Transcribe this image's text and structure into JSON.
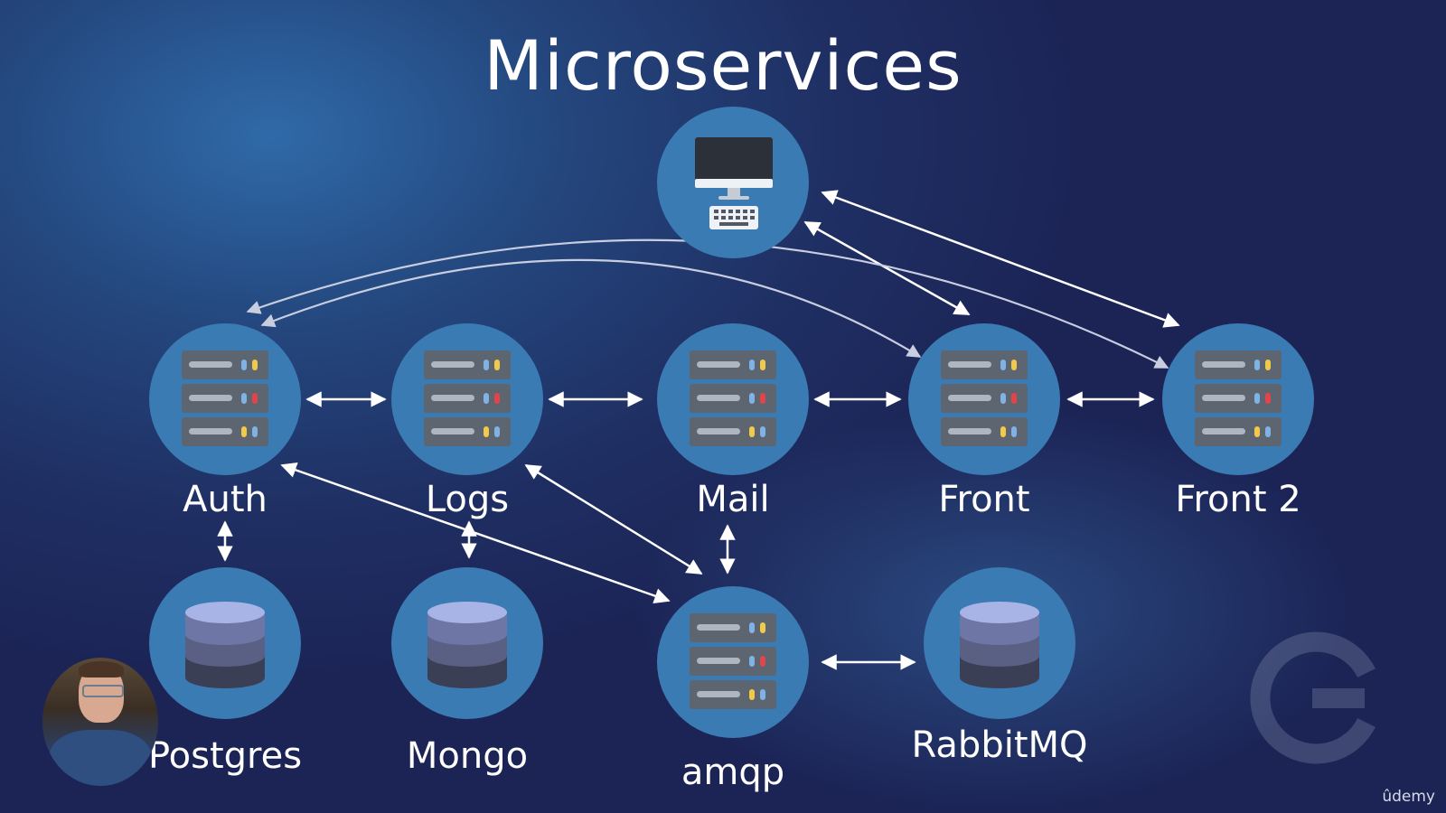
{
  "title": "Microservices",
  "nodes": {
    "client": "",
    "auth": "Auth",
    "logs": "Logs",
    "mail": "Mail",
    "front": "Front",
    "front2": "Front 2",
    "postgres": "Postgres",
    "mongo": "Mongo",
    "amqp": "amqp",
    "rabbitmq": "RabbitMQ"
  },
  "branding": {
    "udemy": "ûdemy"
  },
  "colors": {
    "node_circle": "#3b7bb4",
    "server_body": "#5d6670",
    "db_top": "#a8b4e6",
    "db_mid": "#6e76a6",
    "db_bottom": "#3b3f55",
    "arrow": "#ffffff"
  },
  "icons": {
    "client": "desktop-computer-icon",
    "service": "server-rack-icon",
    "database": "database-icon",
    "logo": "circular-c-logo-icon",
    "presenter": "presenter-webcam"
  }
}
